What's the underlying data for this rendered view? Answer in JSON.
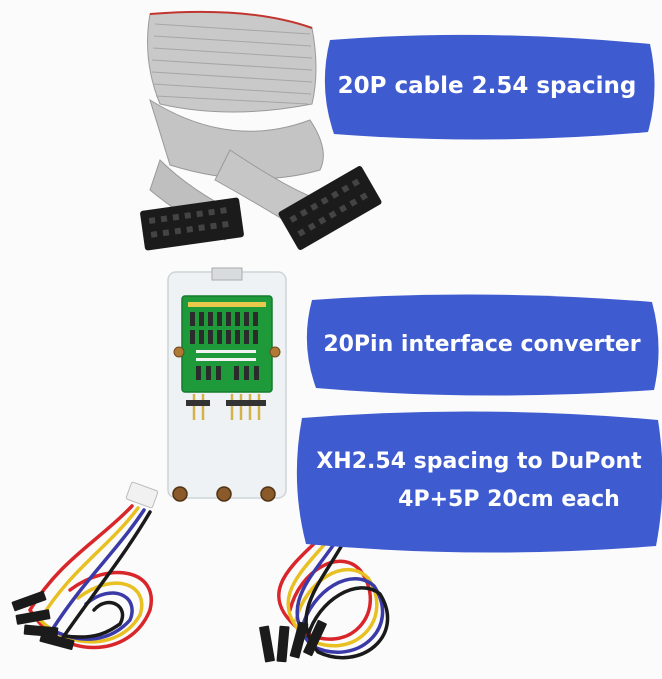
{
  "callouts": [
    {
      "lines": [
        "20P cable 2.54 spacing"
      ]
    },
    {
      "lines": [
        "20Pin interface converter"
      ]
    },
    {
      "lines": [
        "XH2.54 spacing to DuPont",
        "4P+5P 20cm each"
      ]
    }
  ],
  "colors": {
    "callout_fill": "#3f5bd0",
    "cable_grey": "#bdbdbd",
    "connector_black": "#1b1b1b",
    "pcb_green": "#1f9a3a",
    "wire_red": "#d9262b",
    "wire_yellow": "#e8c021",
    "wire_blue": "#3a3aa8",
    "wire_black": "#1a1a1a"
  }
}
